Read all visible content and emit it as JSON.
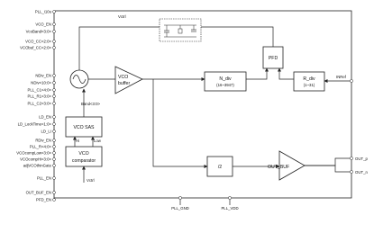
{
  "left_pins": [
    "PLL_i10u",
    "VCO_EN",
    "VcoBand<3:0>",
    "VCO_CC<2:0>",
    "VCObuf_CC<2:0>",
    "NDiv_EN",
    "NDiv<10:0>",
    "PLL_C1<4:0>",
    "PLL_R1<3:0>",
    "PLL_C2<3:0>",
    "LD_EN",
    "LD_LockTime<1:0>",
    "LD_LI",
    "RDiv_EN",
    "PLL_R<4:0>",
    "VCOcompLow<3:0>",
    "VCOcompHi<3:0>",
    "adjVCOthinGate",
    "PLL_EN",
    "OUT_BUF_EN",
    "PFD_EN"
  ],
  "right_pins": {
    "inref": "INRef",
    "out_p": "OUT_p",
    "out_n": "OUT_n"
  },
  "bottom_pins": {
    "gnd": "PLL_GND",
    "vdd": "PLL_VDD"
  },
  "labels": {
    "vctrl_top": "Vctrl",
    "vctrl_bottom": "Vctrl",
    "band": "Band<3:0>",
    "hi": "Hi",
    "low": "Low"
  },
  "blocks": {
    "vco_buffer": [
      "VCO",
      "buffer"
    ],
    "n_div": [
      "N_div",
      "(16~3947)"
    ],
    "pfd": "PFD",
    "r_div": [
      "R_div",
      "(1~31)"
    ],
    "vcd_sas": "VCO SAS",
    "vco_comparator": [
      "VCO",
      "comparator"
    ],
    "div2": "/2",
    "out_buf": "OUT_BUF"
  }
}
